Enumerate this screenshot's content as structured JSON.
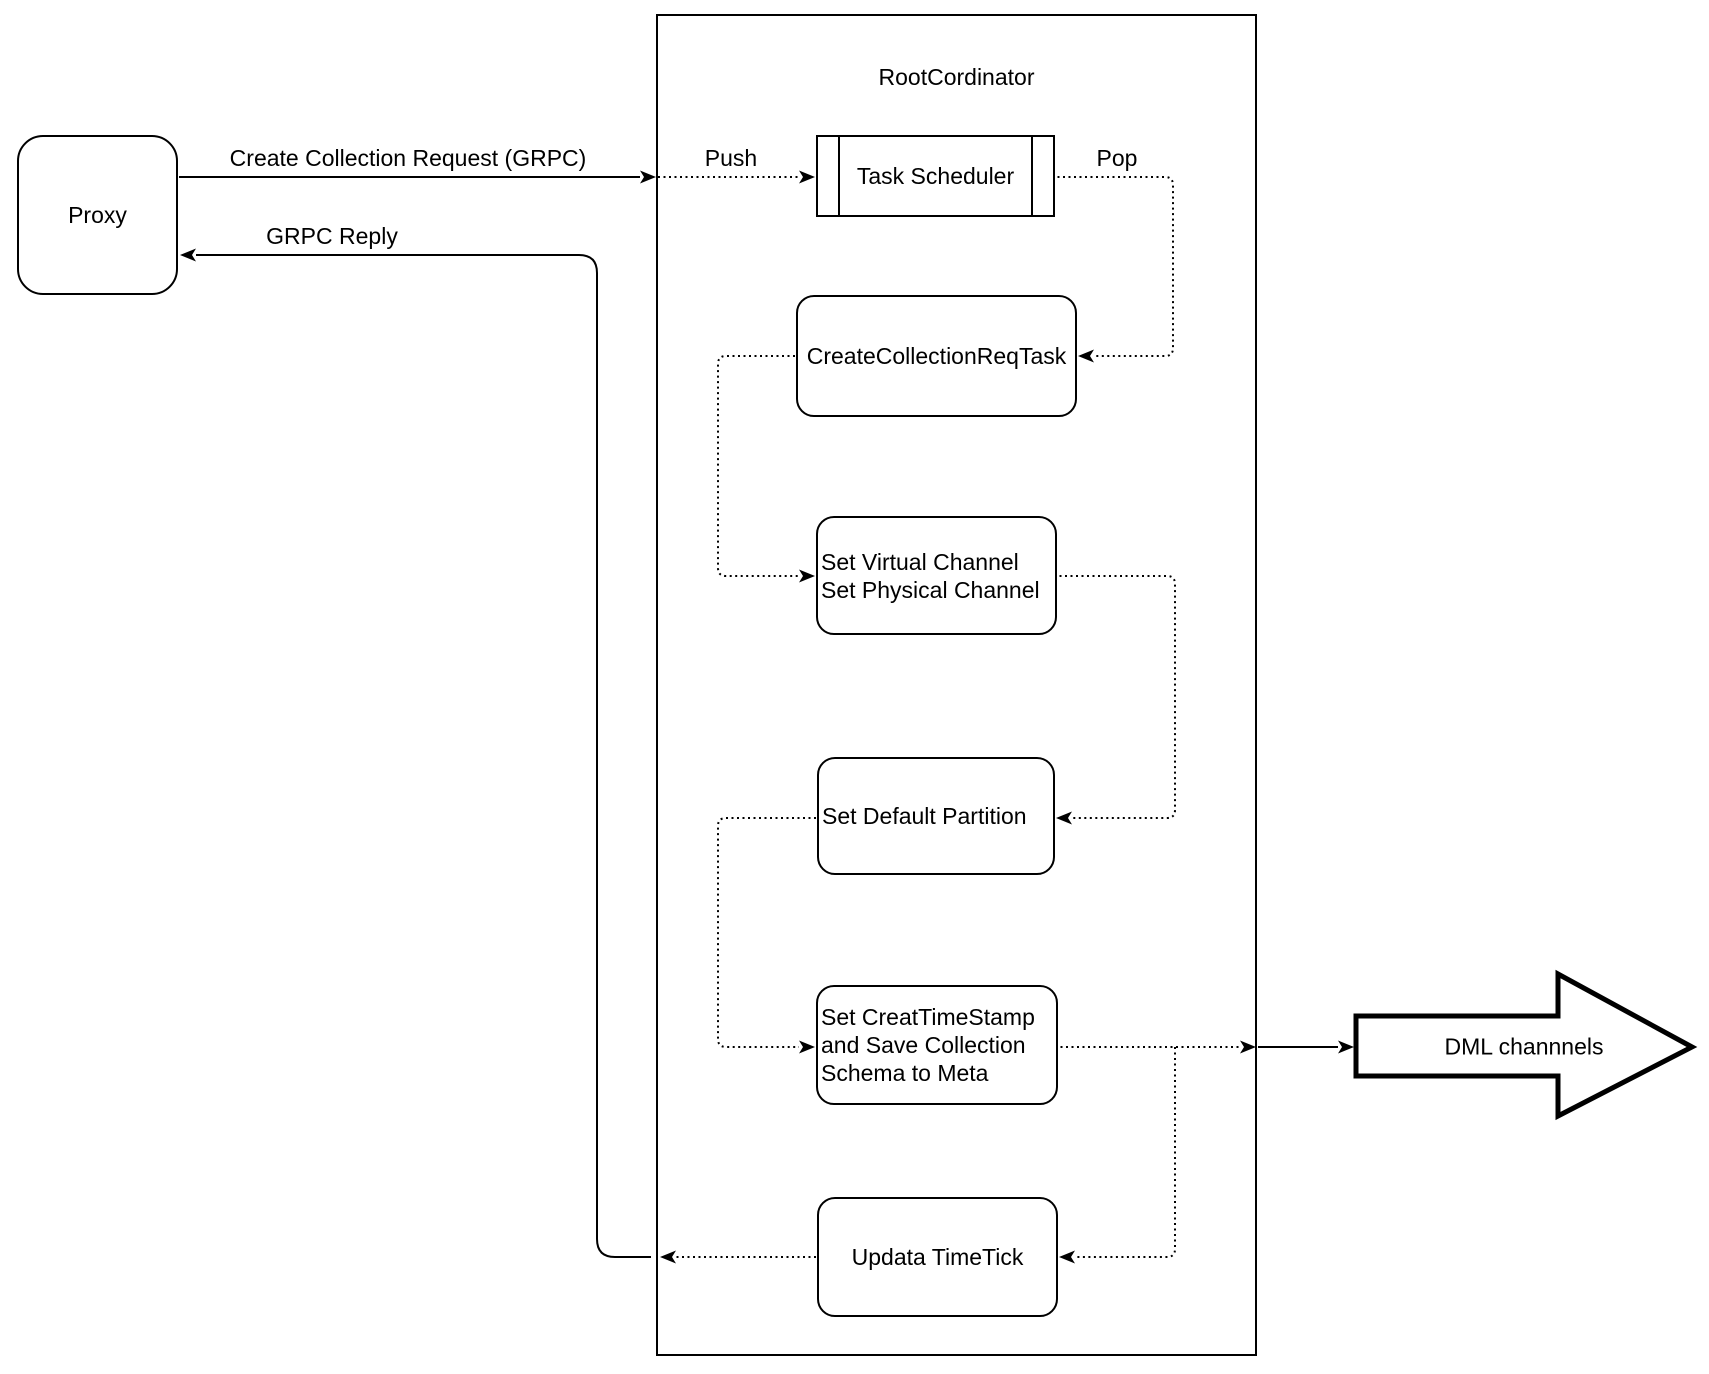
{
  "diagram": {
    "container": {
      "title": "RootCordinator"
    },
    "proxy": {
      "label": "Proxy"
    },
    "nodes": {
      "task_scheduler": {
        "label": "Task Scheduler"
      },
      "create_collection_req_task": {
        "label": "CreateCollectionReqTask"
      },
      "set_channel": {
        "lines": [
          "Set Virtual Channel",
          "Set Physical Channel"
        ]
      },
      "set_default_partition": {
        "label": "Set Default Partition"
      },
      "set_creat_timestamp": {
        "lines": [
          "Set CreatTimeStamp",
          "and Save Collection",
          "Schema to Meta"
        ]
      },
      "updata_timetick": {
        "label": "Updata TimeTick"
      }
    },
    "edges": {
      "create_collection_request": {
        "label": "Create Collection Request (GRPC)"
      },
      "grpc_reply": {
        "label": "GRPC Reply"
      },
      "push": {
        "label": "Push"
      },
      "pop": {
        "label": "Pop"
      }
    },
    "sink": {
      "label": "DML channnels"
    },
    "colors": {
      "stroke": "#000000",
      "background": "#ffffff"
    }
  }
}
